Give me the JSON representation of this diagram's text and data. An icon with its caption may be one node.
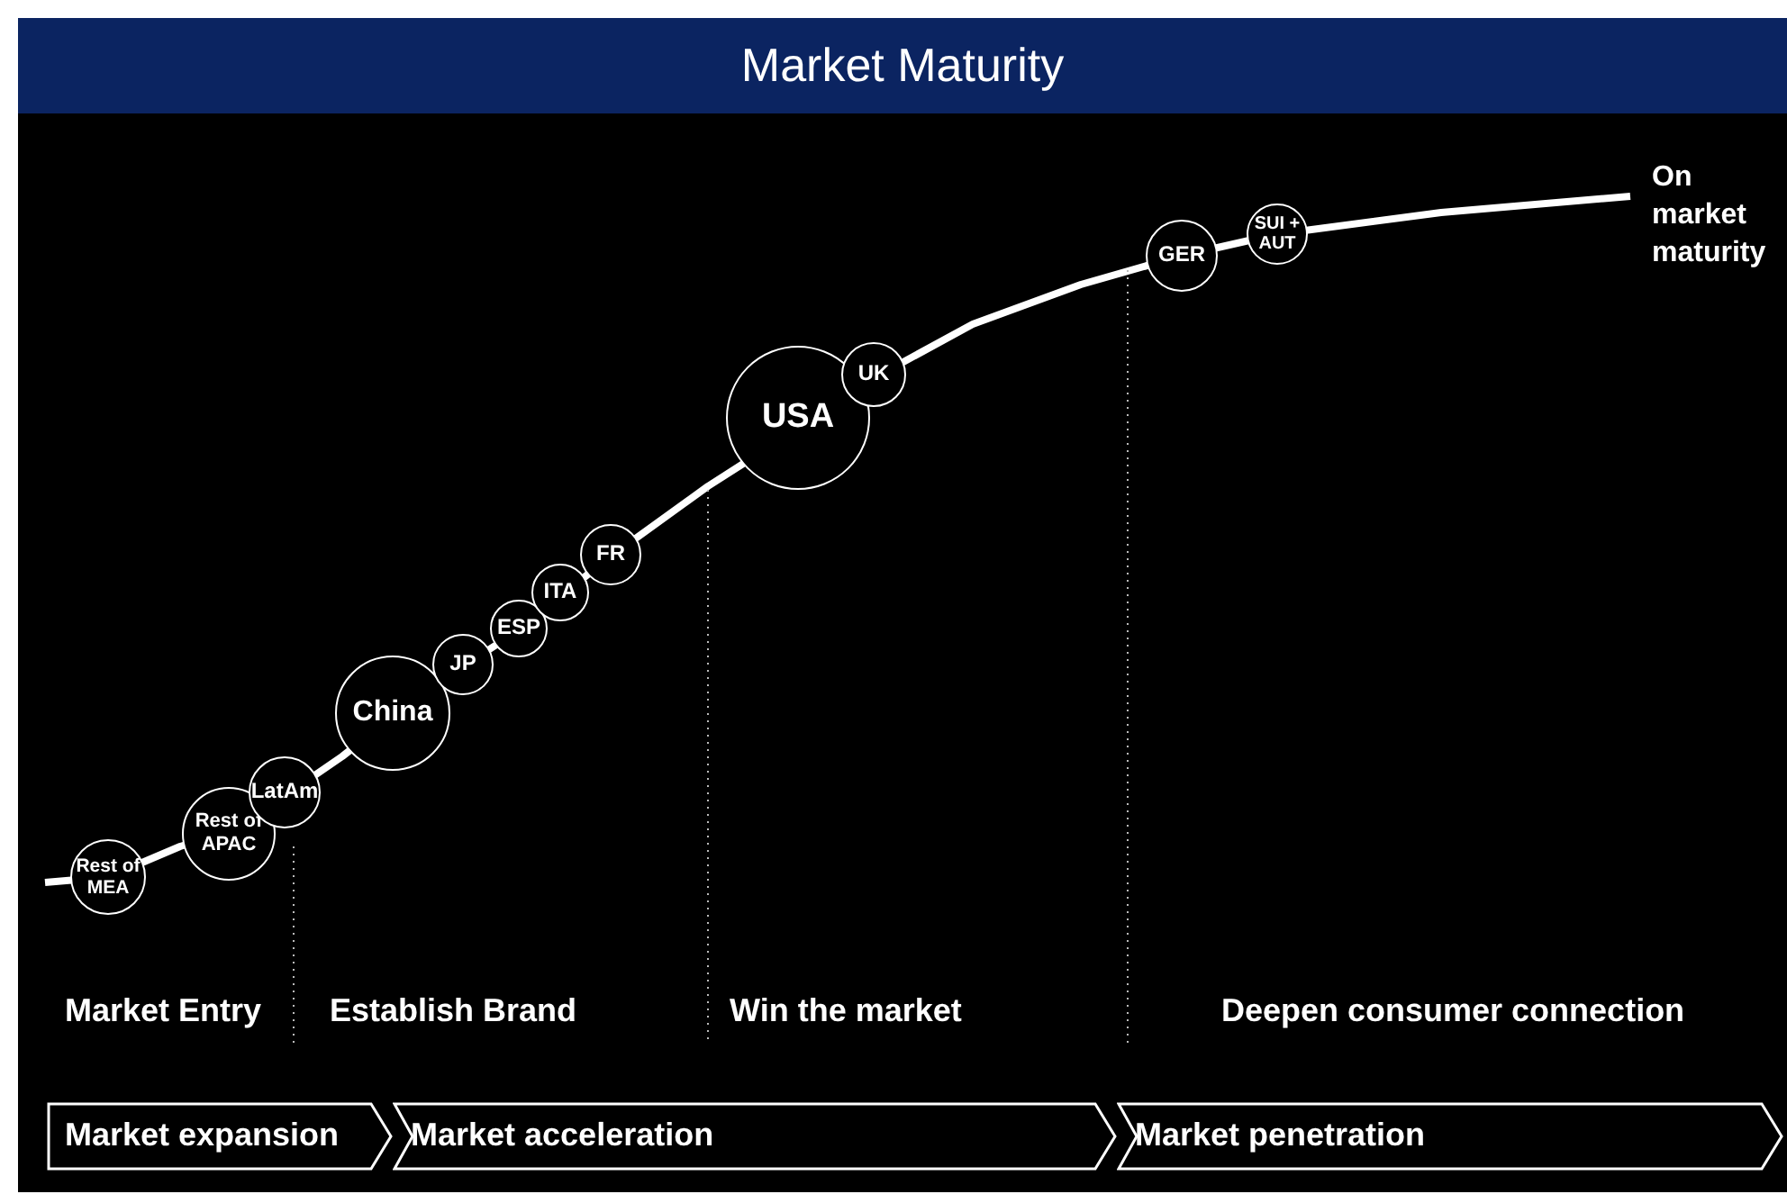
{
  "diagram": {
    "title": "Market Maturity",
    "nodes": [
      {
        "text": [
          "Rest of MEA"
        ]
      },
      {
        "text": [
          "Rest of APAC"
        ]
      },
      {
        "text": [
          "LatAm"
        ]
      },
      {
        "text": [
          "China"
        ]
      },
      {
        "text": [
          "JP"
        ]
      },
      {
        "text": [
          "ESP"
        ]
      },
      {
        "text": [
          "ITA"
        ]
      },
      {
        "text": [
          "FR"
        ]
      },
      {
        "text": [
          "USA"
        ]
      },
      {
        "text": [
          "UK"
        ]
      },
      {
        "text": [
          "GER"
        ]
      },
      {
        "text": [
          "SUI + AUT"
        ]
      },
      {
        "text": [
          "Market expansion"
        ]
      },
      {
        "text": [
          "Market acceleration"
        ]
      },
      {
        "text": [
          "Market penetration"
        ]
      }
    ],
    "labels": [
      "On market maturity",
      "Market Entry",
      "Establish Brand",
      "Win the market",
      "Deepen consumer connection"
    ]
  }
}
